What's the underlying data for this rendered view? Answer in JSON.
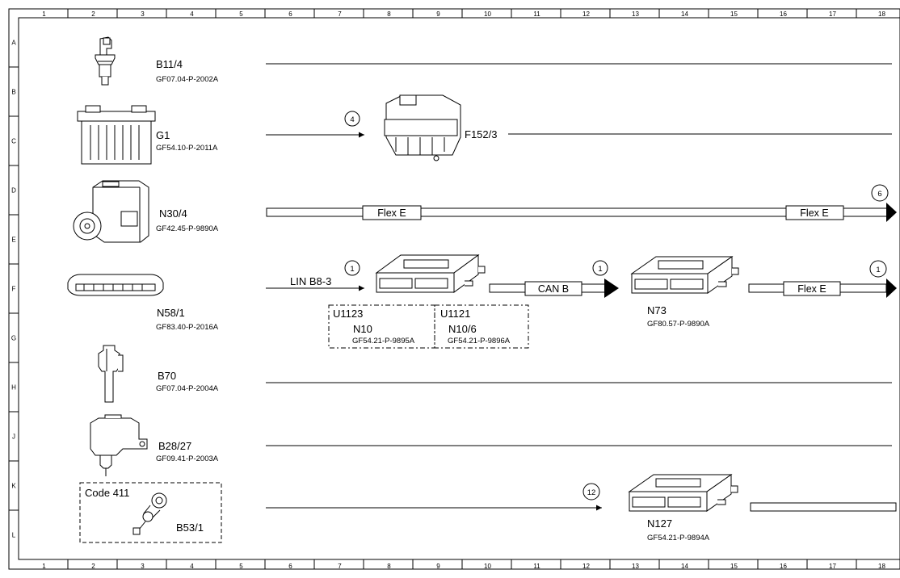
{
  "grid": {
    "columns": [
      "1",
      "2",
      "3",
      "4",
      "5",
      "6",
      "7",
      "8",
      "9",
      "10",
      "11",
      "12",
      "13",
      "14",
      "15",
      "16",
      "17",
      "18"
    ],
    "rows": [
      "A",
      "B",
      "C",
      "D",
      "E",
      "F",
      "G",
      "H",
      "J",
      "K",
      "L"
    ]
  },
  "components": {
    "b11_4": {
      "id": "B11/4",
      "ref": "GF07.04-P-2002A"
    },
    "g1": {
      "id": "G1",
      "ref": "GF54.10-P-2011A"
    },
    "f152_3": {
      "id": "F152/3"
    },
    "n30_4": {
      "id": "N30/4",
      "ref": "GF42.45-P-9890A"
    },
    "n58_1": {
      "id": "N58/1",
      "ref": "GF83.40-P-2016A"
    },
    "n10": {
      "group": "U1123",
      "id": "N10",
      "ref": "GF54.21-P-9895A"
    },
    "n10_6": {
      "group": "U1121",
      "id": "N10/6",
      "ref": "GF54.21-P-9896A"
    },
    "n73": {
      "id": "N73",
      "ref": "GF80.57-P-9890A"
    },
    "b70": {
      "id": "B70",
      "ref": "GF07.04-P-2004A"
    },
    "b28_27": {
      "id": "B28/27",
      "ref": "GF09.41-P-2003A"
    },
    "b53_1": {
      "id": "B53/1",
      "code": "Code 411"
    },
    "n127": {
      "id": "N127",
      "ref": "GF54.21-P-9894A"
    }
  },
  "connections": {
    "lin": "LIN B8-3",
    "can_b": "CAN B",
    "flex_e_left": "Flex E",
    "flex_e_right": "Flex E",
    "flex_e_n73": "Flex E"
  },
  "badges": {
    "g1_f152": "4",
    "n30_flex": "6",
    "lin": "1",
    "can_b": "1",
    "n73_flex": "1",
    "n127": "12"
  },
  "colors": {
    "line": "#000000",
    "background": "#ffffff"
  }
}
